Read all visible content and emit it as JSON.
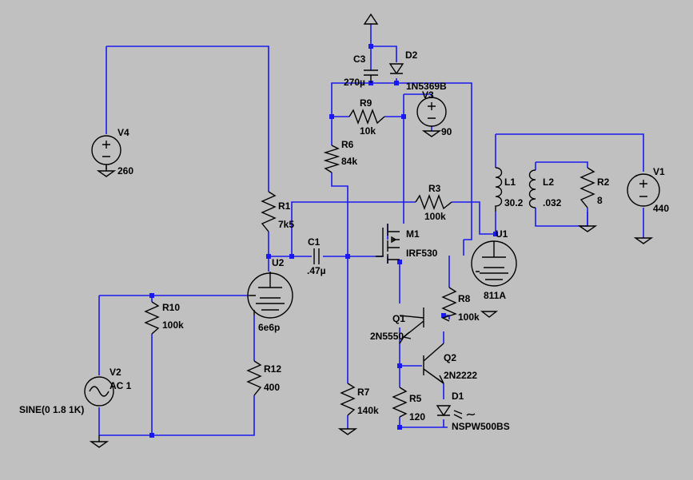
{
  "components": {
    "V4": {
      "name": "V4",
      "value": "260"
    },
    "V3": {
      "name": "V3",
      "value": "90"
    },
    "V1": {
      "name": "V1",
      "value": "440"
    },
    "V2": {
      "name": "V2",
      "value": "AC 1",
      "source": "SINE(0 1.8 1K)"
    },
    "C3": {
      "name": "C3",
      "value": "270µ"
    },
    "C1": {
      "name": "C1",
      "value": ".47µ"
    },
    "D2": {
      "name": "D2",
      "value": "1N5369B"
    },
    "D1": {
      "name": "D1",
      "value": "NSPW500BS"
    },
    "R1": {
      "name": "R1",
      "value": "7k5"
    },
    "R2": {
      "name": "R2",
      "value": "8"
    },
    "R3": {
      "name": "R3",
      "value": "100k"
    },
    "R5": {
      "name": "R5",
      "value": "120"
    },
    "R6": {
      "name": "R6",
      "value": "84k"
    },
    "R7": {
      "name": "R7",
      "value": "140k"
    },
    "R8": {
      "name": "R8",
      "value": "100k"
    },
    "R9": {
      "name": "R9",
      "value": "10k"
    },
    "R10": {
      "name": "R10",
      "value": "100k"
    },
    "R12": {
      "name": "R12",
      "value": "400"
    },
    "L1": {
      "name": "L1",
      "value": "30.2"
    },
    "L2": {
      "name": "L2",
      "value": ".032"
    },
    "M1": {
      "name": "M1",
      "value": "IRF530"
    },
    "Q1": {
      "name": "Q1",
      "value": "2N5550"
    },
    "Q2": {
      "name": "Q2",
      "value": "2N2222"
    },
    "U1": {
      "name": "U1",
      "value": "811A"
    },
    "U2": {
      "name": "U2",
      "value": "6e6p"
    }
  }
}
